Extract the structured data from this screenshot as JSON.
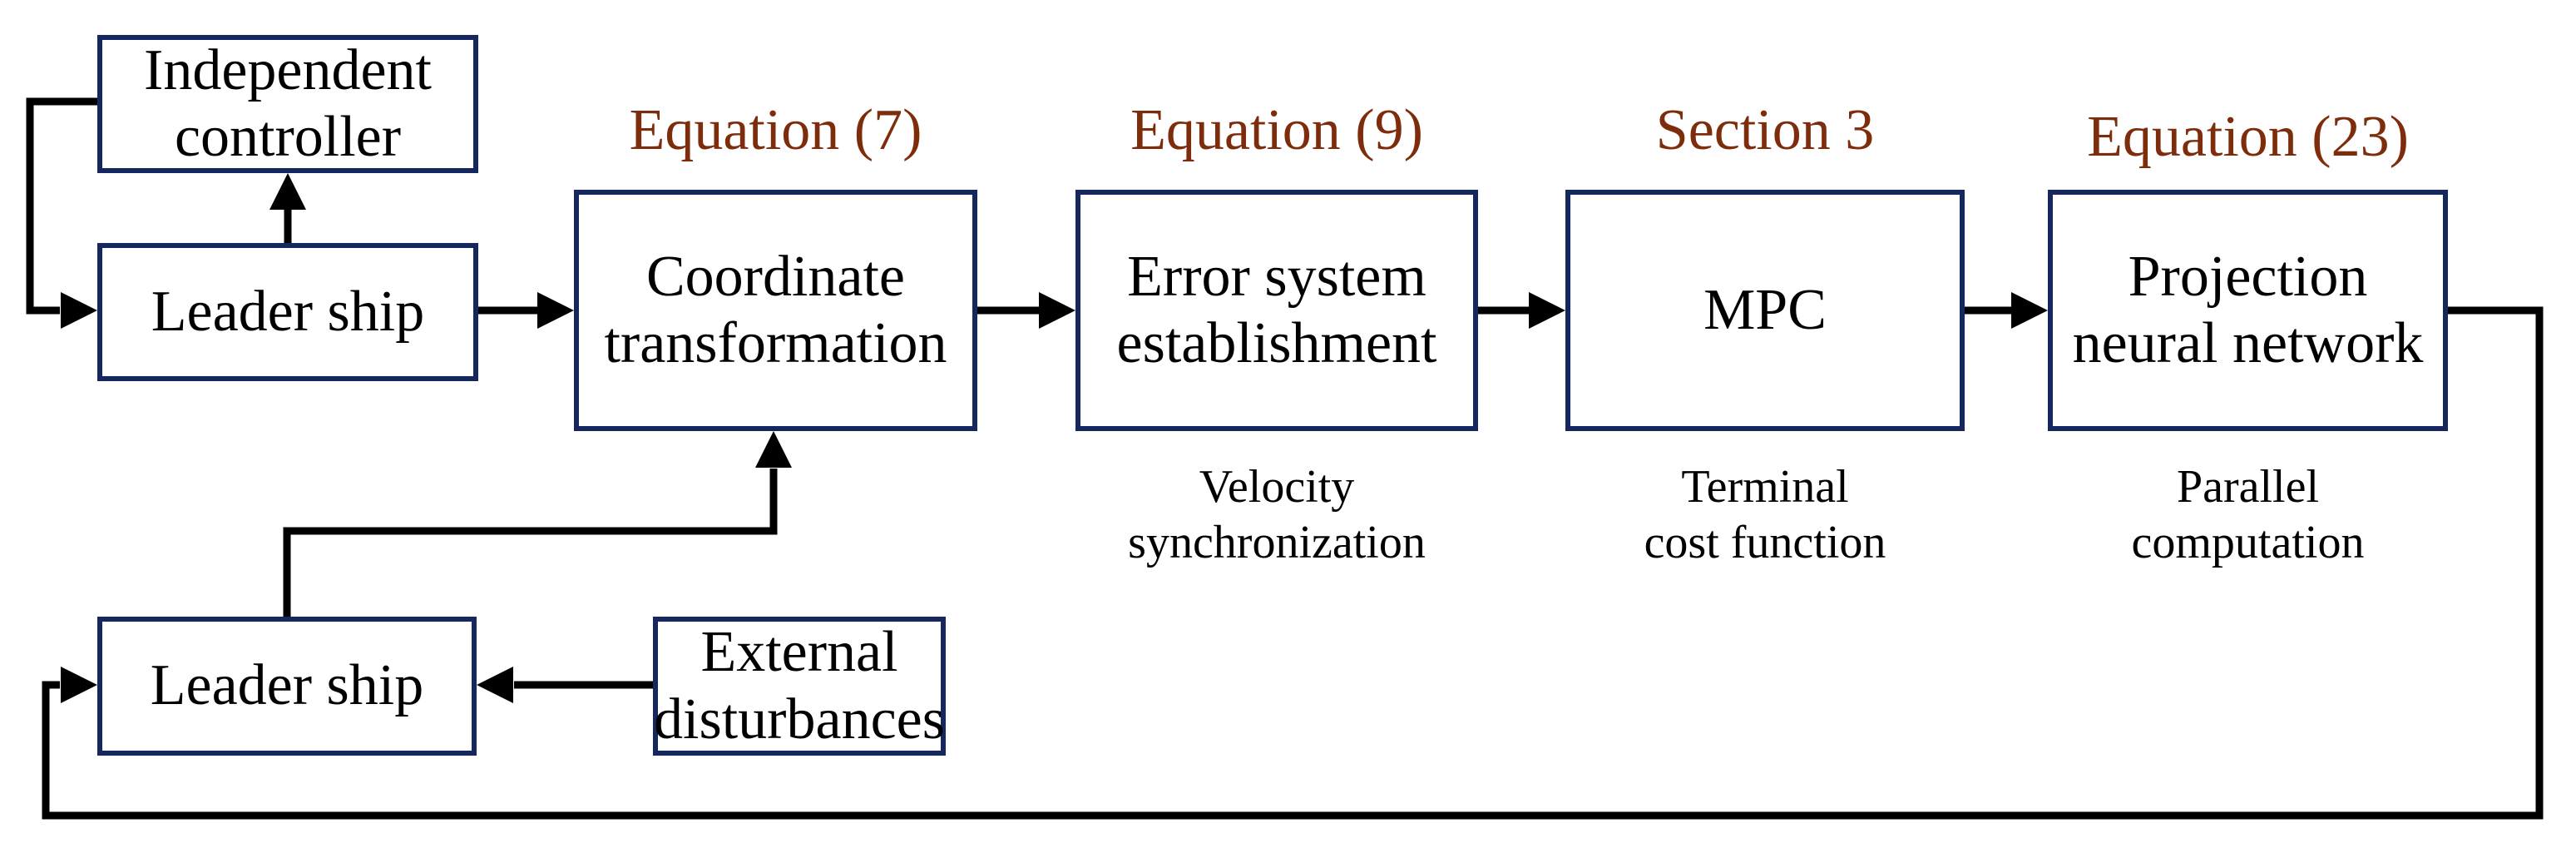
{
  "figure": {
    "type": "block-diagram",
    "colors": {
      "box_border": "#16265e",
      "annotation_text": "#7e2d0c",
      "body_text": "#000000",
      "arrow": "#000000",
      "background": "#ffffff"
    },
    "boxes": {
      "independent_controller": {
        "label": "Independent\ncontroller"
      },
      "leader_ship_top": {
        "label": "Leader ship"
      },
      "coordinate_transformation": {
        "label": "Coordinate\ntransformation"
      },
      "error_system": {
        "label": "Error system\nestablishment"
      },
      "mpc": {
        "label": "MPC"
      },
      "projection_neural_network": {
        "label": "Projection\nneural network"
      },
      "leader_ship_bottom": {
        "label": "Leader ship"
      },
      "external_disturbances": {
        "label": "External\ndisturbances"
      }
    },
    "annotations": {
      "equation_7": "Equation (7)",
      "equation_9": "Equation (9)",
      "section_3": "Section 3",
      "equation_23": "Equation (23)"
    },
    "captions": {
      "velocity_synchronization": "Velocity\nsynchronization",
      "terminal_cost_function": "Terminal\ncost function",
      "parallel_computation": "Parallel\ncomputation"
    }
  }
}
